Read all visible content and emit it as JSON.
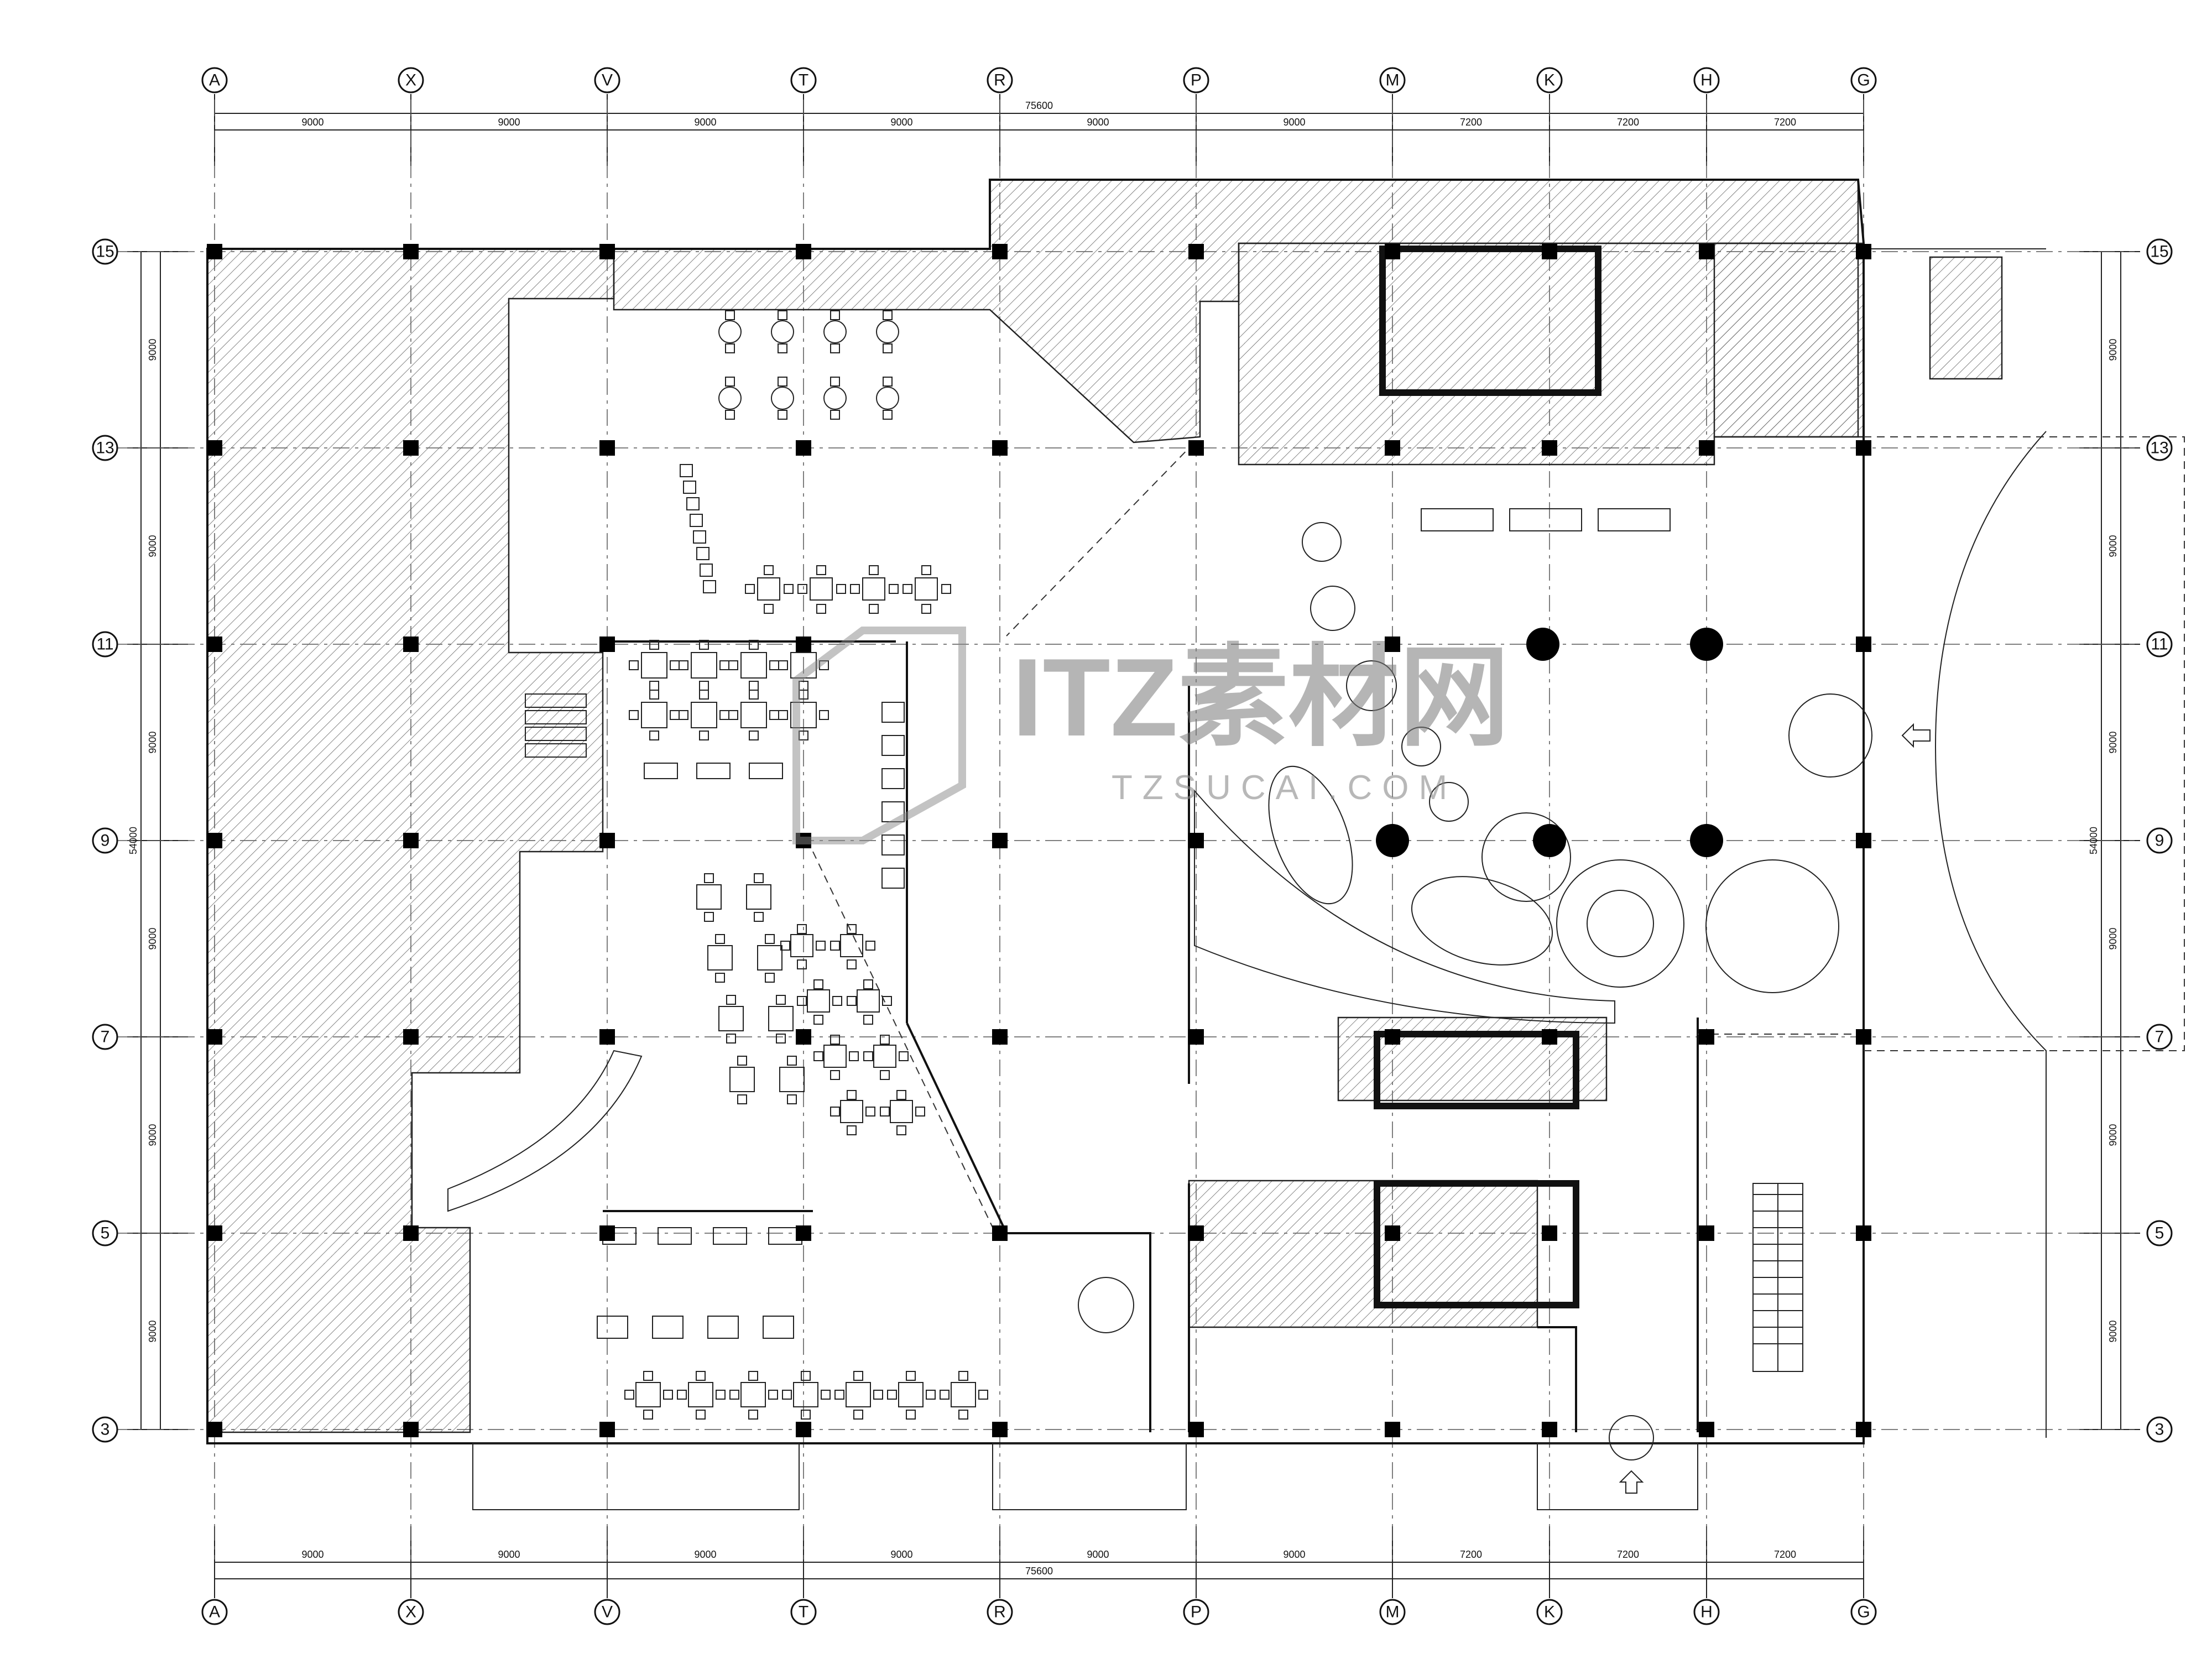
{
  "drawing": {
    "columns_top": [
      "A",
      "X",
      "V",
      "T",
      "R",
      "P",
      "M",
      "K",
      "H",
      "G"
    ],
    "columns_bottom": [
      "A",
      "X",
      "V",
      "T",
      "R",
      "P",
      "M",
      "K",
      "H",
      "G"
    ],
    "rows_left": [
      "15",
      "13",
      "11",
      "9",
      "7",
      "5",
      "3"
    ],
    "rows_right": [
      "15",
      "13",
      "11",
      "9",
      "7",
      "5",
      "3"
    ],
    "col_spacings_top": [
      "9000",
      "9000",
      "9000",
      "9000",
      "9000",
      "9000",
      "7200",
      "7200",
      "7200"
    ],
    "col_spacings_bottom": [
      "9000",
      "9000",
      "9000",
      "9000",
      "9000",
      "9000",
      "7200",
      "7200",
      "7200"
    ],
    "total_width_top": "75600",
    "total_width_bottom": "75600",
    "row_spacings_left": [
      "9000",
      "9000",
      "9000",
      "9000",
      "9000",
      "9000"
    ],
    "row_spacings_right": [
      "9000",
      "9000",
      "9000",
      "9000",
      "9000",
      "9000"
    ],
    "total_height_left": "54000",
    "total_height_right": "54000"
  },
  "watermark": {
    "logo_text": "ITZ素材网",
    "url_text": "TZSUCAI.COM"
  },
  "colors": {
    "line": "#111111",
    "hatch": "#555555",
    "watermark": "#7a7a7a"
  }
}
